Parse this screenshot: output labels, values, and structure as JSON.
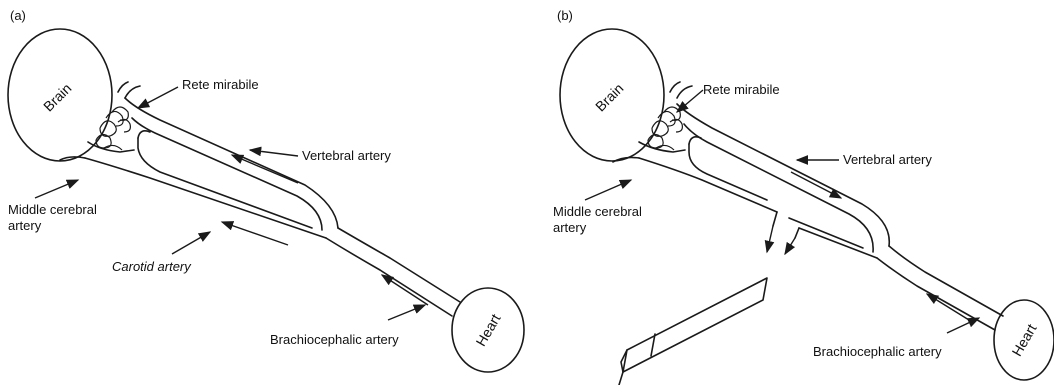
{
  "panel_a": {
    "tag": "(a)",
    "brain": "Brain",
    "heart": "Heart",
    "rete": "Rete mirabile",
    "vertebral": "Vertebral artery",
    "middle_cerebral_1": "Middle cerebral",
    "middle_cerebral_2": "artery",
    "carotid": "Carotid artery",
    "brachiocephalic": "Brachiocephalic artery"
  },
  "panel_b": {
    "tag": "(b)",
    "brain": "Brain",
    "heart": "Heart",
    "rete": "Rete mirabile",
    "vertebral": "Vertebral artery",
    "middle_cerebral_1": "Middle cerebral",
    "middle_cerebral_2": "artery",
    "brachiocephalic": "Brachiocephalic artery"
  }
}
